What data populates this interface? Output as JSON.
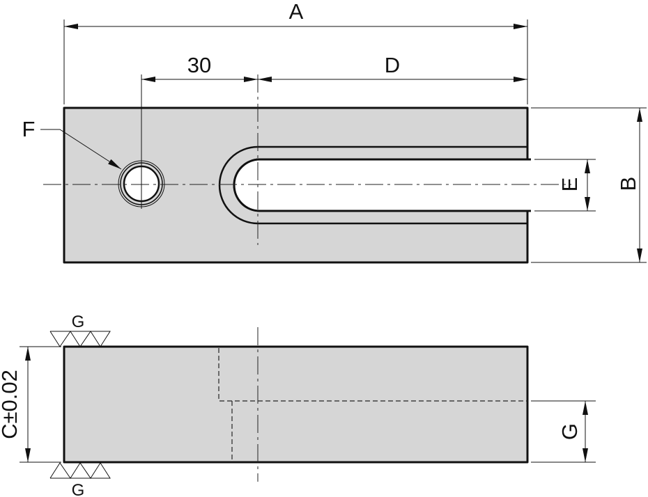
{
  "colors": {
    "part_fill": "#d6d6d6",
    "outline": "#111111",
    "background": "#ffffff"
  },
  "dimensions": {
    "overall_length": "A",
    "hole_offset": "30",
    "slot_length": "D",
    "hole_callout": "F",
    "slot_width": "E",
    "width": "B",
    "thickness": "C±0.02",
    "slot_height": "G"
  },
  "surface_finish": {
    "top_symbol": "G",
    "bottom_symbol": "G"
  }
}
